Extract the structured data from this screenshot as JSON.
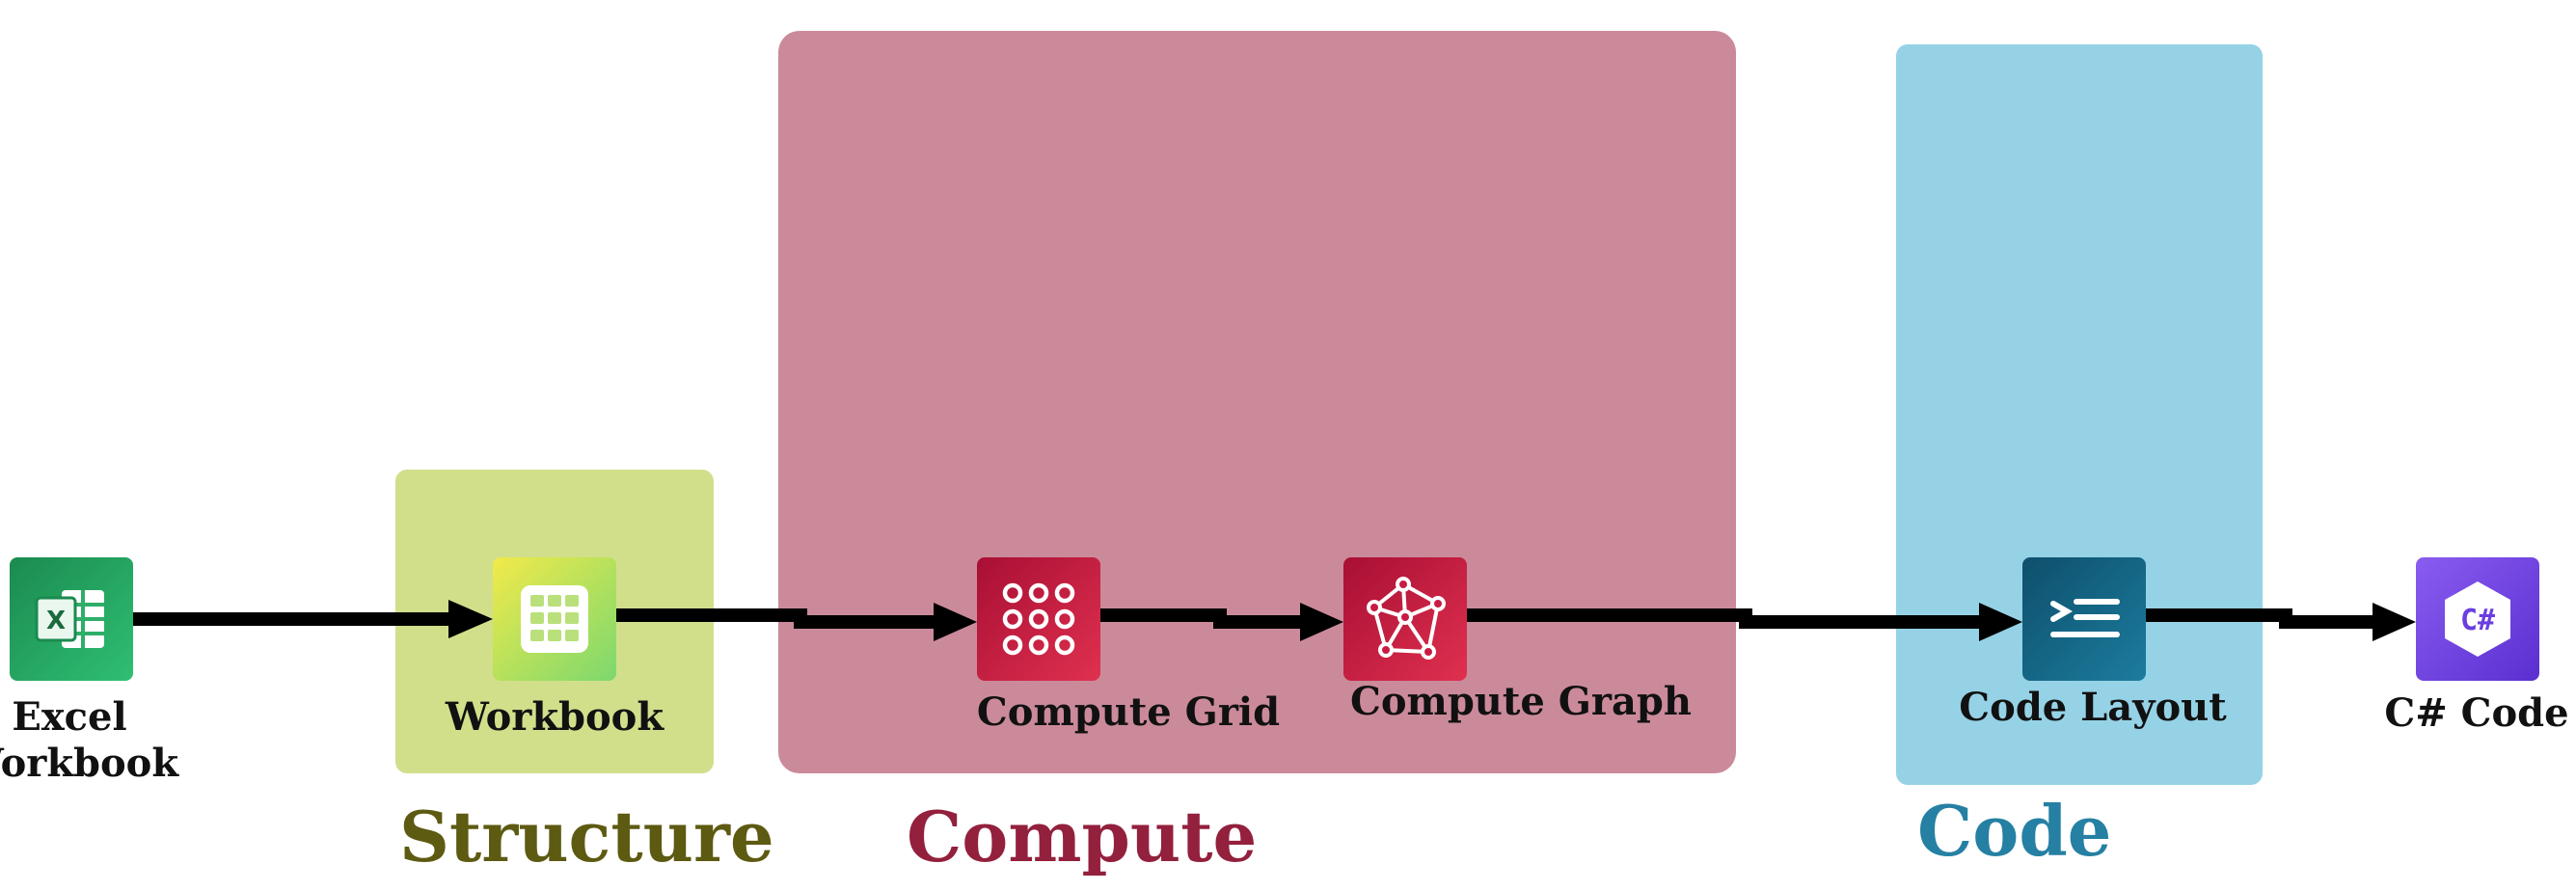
{
  "diagram": {
    "zones": {
      "structure": {
        "title": "Structure",
        "color": "#d1df8b",
        "title_color": "#5d5a12"
      },
      "compute": {
        "title": "Compute",
        "color": "#cb8a9a",
        "title_color": "#93203d"
      },
      "code": {
        "title": "Code",
        "color": "#95d2e6",
        "title_color": "#2580a3"
      }
    },
    "nodes": {
      "excel": {
        "label_line1": "Excel",
        "label_line2": "Workbook",
        "icon": "excel-icon"
      },
      "workbook": {
        "label": "Workbook",
        "icon": "table-grid-icon"
      },
      "compute_grid": {
        "label": "Compute Grid",
        "icon": "dot-grid-icon"
      },
      "compute_graph": {
        "label": "Compute Graph",
        "icon": "network-graph-icon"
      },
      "code_layout": {
        "label": "Code Layout",
        "icon": "code-layout-icon"
      },
      "csharp": {
        "label": "C# Code",
        "icon": "csharp-icon",
        "icon_text": "C#"
      }
    },
    "edges": [
      [
        "excel",
        "workbook"
      ],
      [
        "workbook",
        "compute_grid"
      ],
      [
        "compute_grid",
        "compute_graph"
      ],
      [
        "compute_graph",
        "code_layout"
      ],
      [
        "code_layout",
        "csharp"
      ]
    ]
  }
}
